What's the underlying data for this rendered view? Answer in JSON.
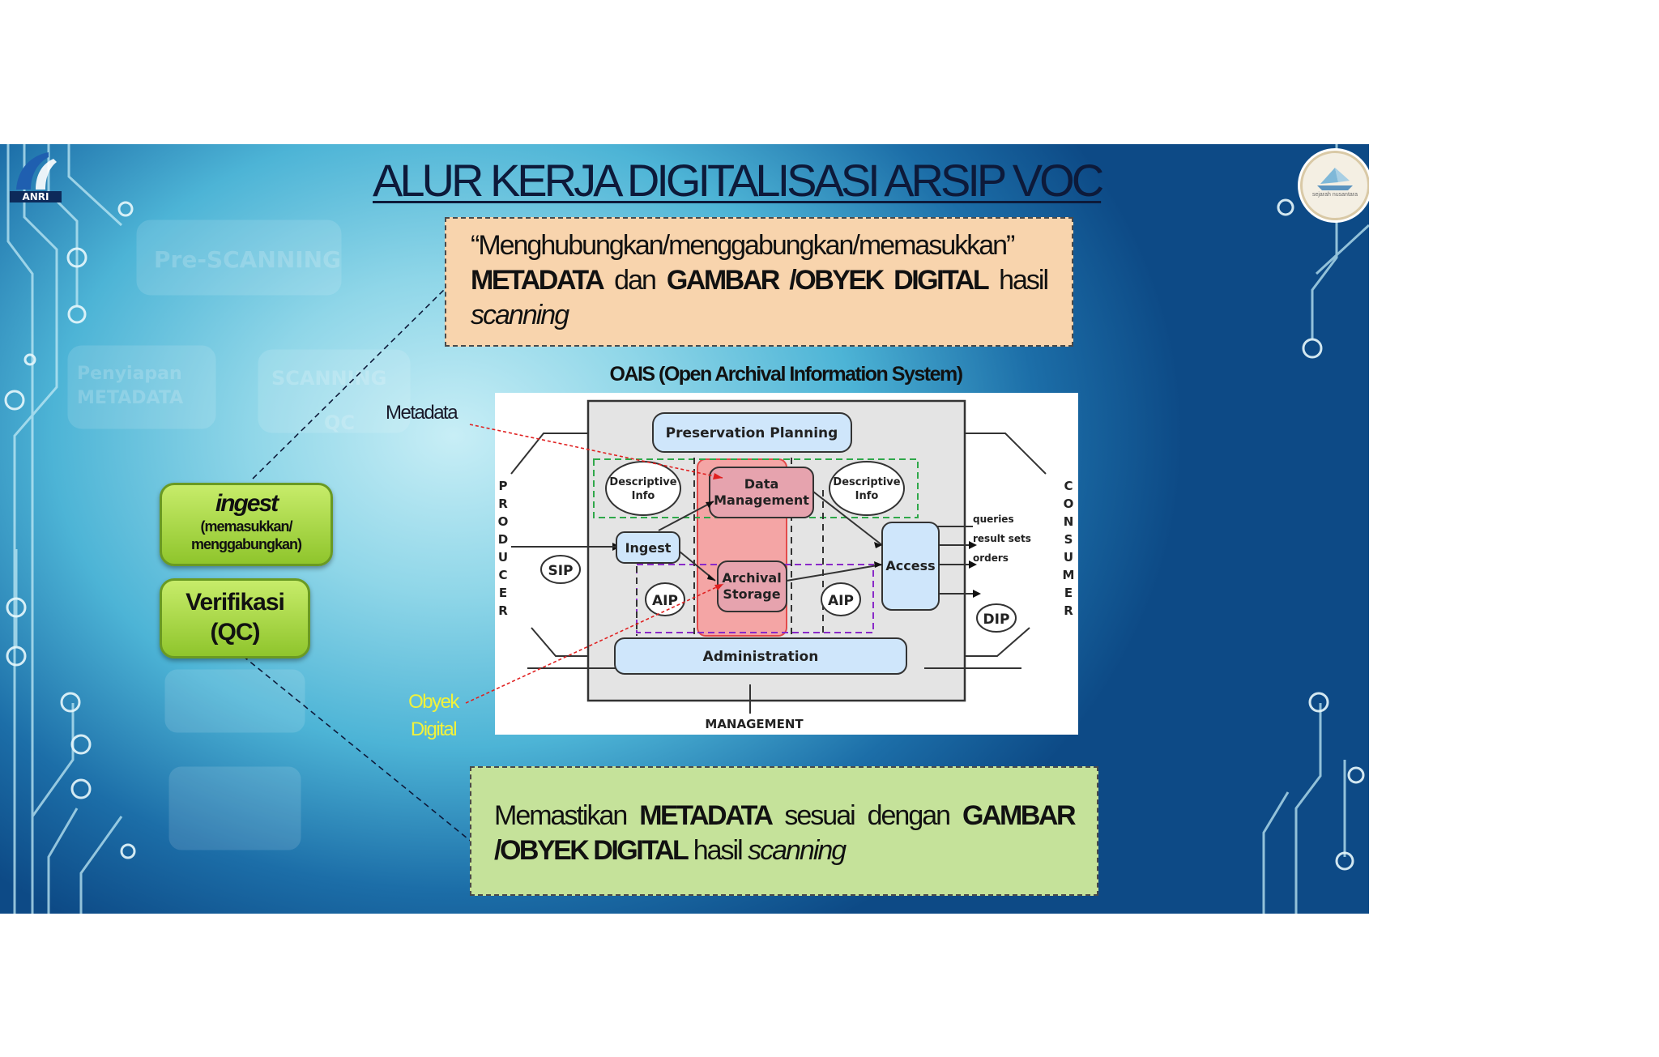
{
  "slide": {
    "title": "ALUR KERJA DIGITALISASI ARSIP VOC",
    "logo_left": "ANRI",
    "seal_text": "sejarah nusantara"
  },
  "box_top": {
    "line1": "“Menghubungkan/menggabungkan/memasukkan”",
    "metadata": "METADATA",
    "dan": " dan ",
    "gambar": "GAMBAR /OBYEK DIGITAL",
    "hasil": " hasil",
    "scanning": "scanning"
  },
  "oais_title": "OAIS (Open Archival Information System)",
  "labels": {
    "metadata": "Metadata",
    "obyek_line1": "Obyek",
    "obyek_line2": "Digital"
  },
  "buttons": {
    "ingest_title": "ingest",
    "ingest_sub1": "(memasukkan/",
    "ingest_sub2": "menggabungkan)",
    "verif_line1": "Verifikasi",
    "verif_line2": "(QC)"
  },
  "faded_steps": [
    "Pre-SCANNING",
    "Penyiapan METADATA",
    "SCANNING",
    "QC"
  ],
  "diagram": {
    "preservation_planning": "Preservation Planning",
    "descriptive_info_1": "Descriptive",
    "descriptive_info_2": "Info",
    "data_management_1": "Data",
    "data_management_2": "Management",
    "ingest": "Ingest",
    "archival_storage_1": "Archival",
    "archival_storage_2": "Storage",
    "access": "Access",
    "administration": "Administration",
    "management": "MANAGEMENT",
    "sip": "SIP",
    "aip": "AIP",
    "dip": "DIP",
    "producer": [
      "P",
      "R",
      "O",
      "D",
      "U",
      "C",
      "E",
      "R"
    ],
    "consumer": [
      "C",
      "O",
      "N",
      "S",
      "U",
      "M",
      "E",
      "R"
    ],
    "queries": "queries",
    "result_sets": "result sets",
    "orders": "orders"
  },
  "box_bottom": {
    "memastikan": "Memastikan ",
    "metadata": "METADATA",
    "sesuai": " sesuai dengan ",
    "gambar": "GAMBAR",
    "obyek": "/OBYEK DIGITAL",
    "hasil": " hasil ",
    "scanning": "scanning"
  },
  "colors": {
    "ingest_button": "#9fd63a",
    "box_top_bg": "#f8d4ad",
    "box_bottom_bg": "#c5e29a",
    "obyek_label": "#f2f23a"
  }
}
